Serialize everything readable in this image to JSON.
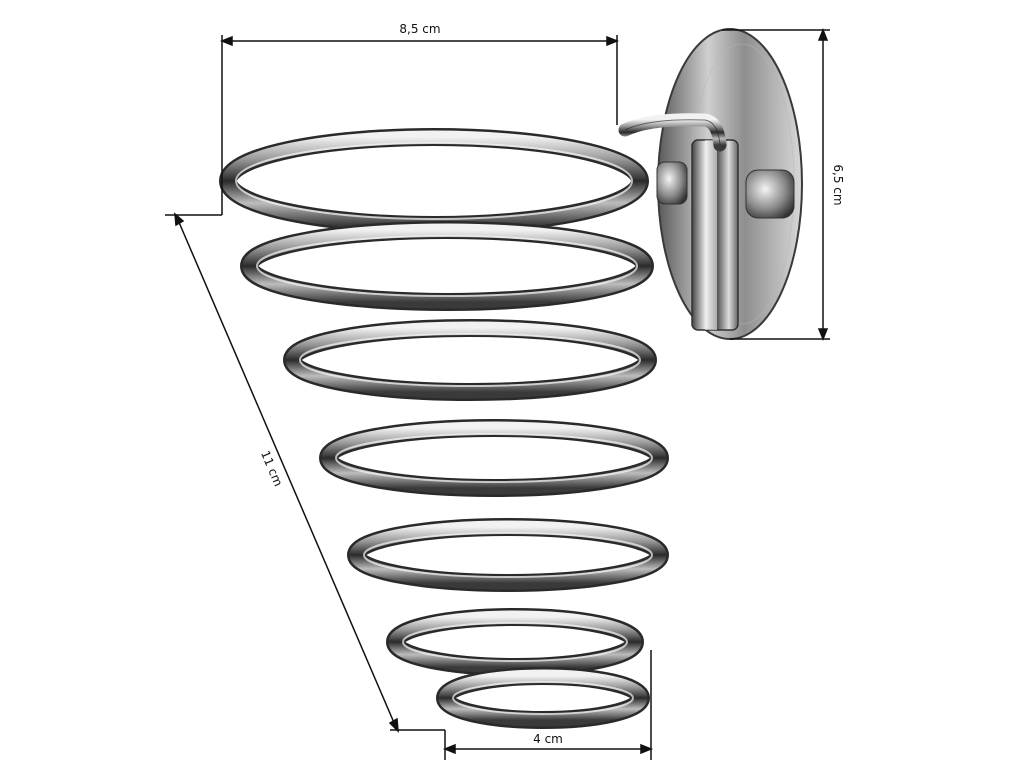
{
  "dimensions": {
    "top_width": "8,5 cm",
    "plate_height": "6,5 cm",
    "spiral_length": "11 cm",
    "bottom_width": "4 cm"
  },
  "colors": {
    "metal_dark": "#2b2b2b",
    "metal_mid": "#7a7a7a",
    "metal_light": "#e8e8e8",
    "line": "#111111"
  }
}
